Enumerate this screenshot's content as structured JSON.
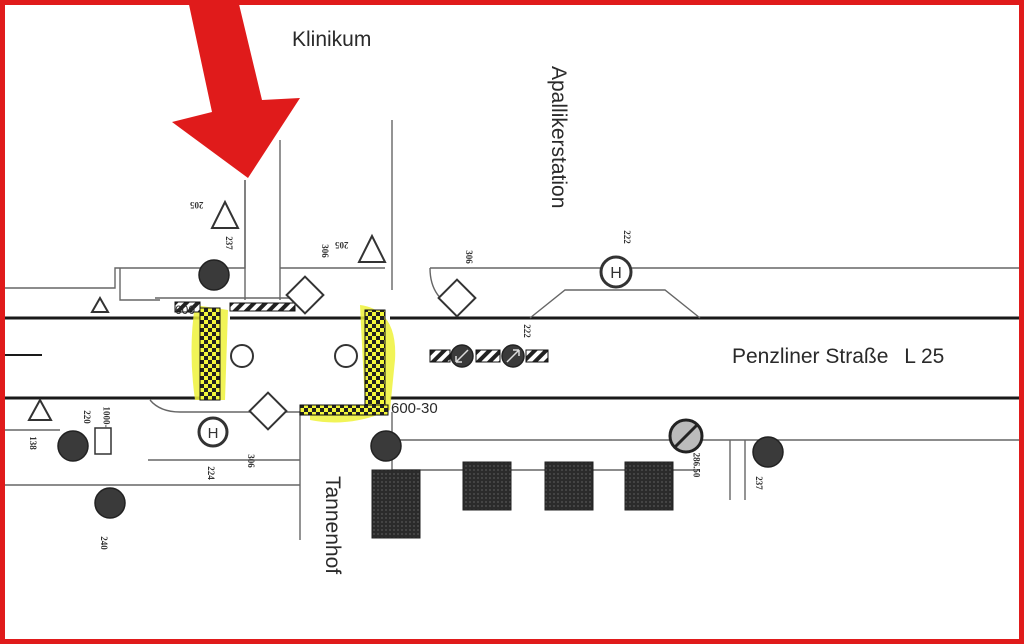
{
  "labels": {
    "klinikum": "Klinikum",
    "apallikerstation": "Apallikerstation",
    "penzliner_strasse": "Penzliner Straße",
    "route": "L 25",
    "tannenhof": "Tannenhof",
    "marker_600_30": "600-30",
    "marker_600": "600"
  },
  "sign_numbers": {
    "n205_left": "205",
    "n237_left": "237",
    "n306_top": "306",
    "n205_top": "205",
    "n306_right": "306",
    "n222_top": "222",
    "n220": "220",
    "n1000": "1000-",
    "n138": "138",
    "n224": "224",
    "n306_bottom": "306",
    "n240": "240",
    "n222": "222",
    "n286": "286.50",
    "n237_right": "237"
  },
  "colors": {
    "frame": "#e01b1b",
    "arrow": "#e01b1b",
    "highlight": "#e8f03a",
    "road": "#1a1a1a",
    "sign_dark": "#3a3a3a"
  }
}
